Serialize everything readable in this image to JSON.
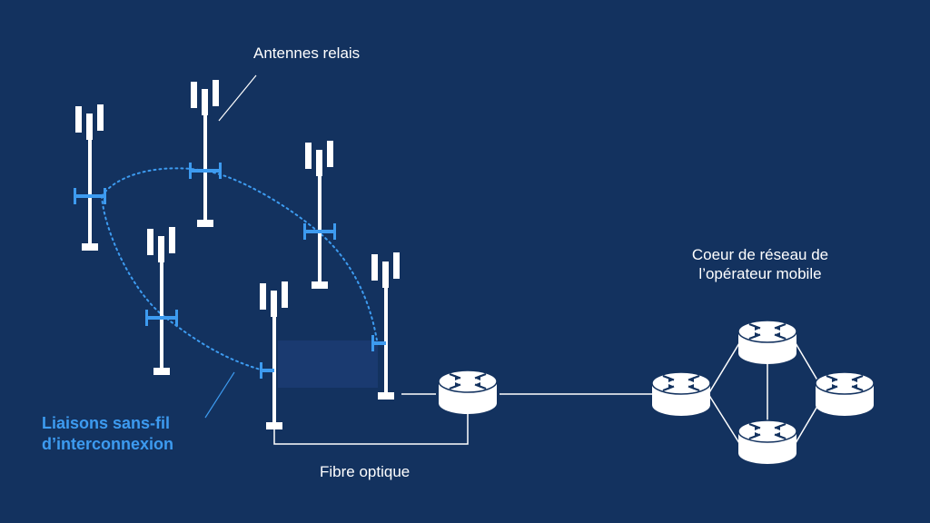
{
  "labels": {
    "antennas": "Antennes relais",
    "core_line1": "Coeur de réseau de",
    "core_line2": "l’opérateur mobile",
    "wireless_line1": "Liaisons sans-fil",
    "wireless_line2": "d’interconnexion",
    "fiber": "Fibre optique"
  },
  "colors": {
    "background": "#13325f",
    "foreground": "#ffffff",
    "accent": "#3d9bf0"
  },
  "icons": {
    "tower": "cell-tower-icon",
    "router": "router-icon",
    "microwave": "microwave-dish-icon"
  }
}
